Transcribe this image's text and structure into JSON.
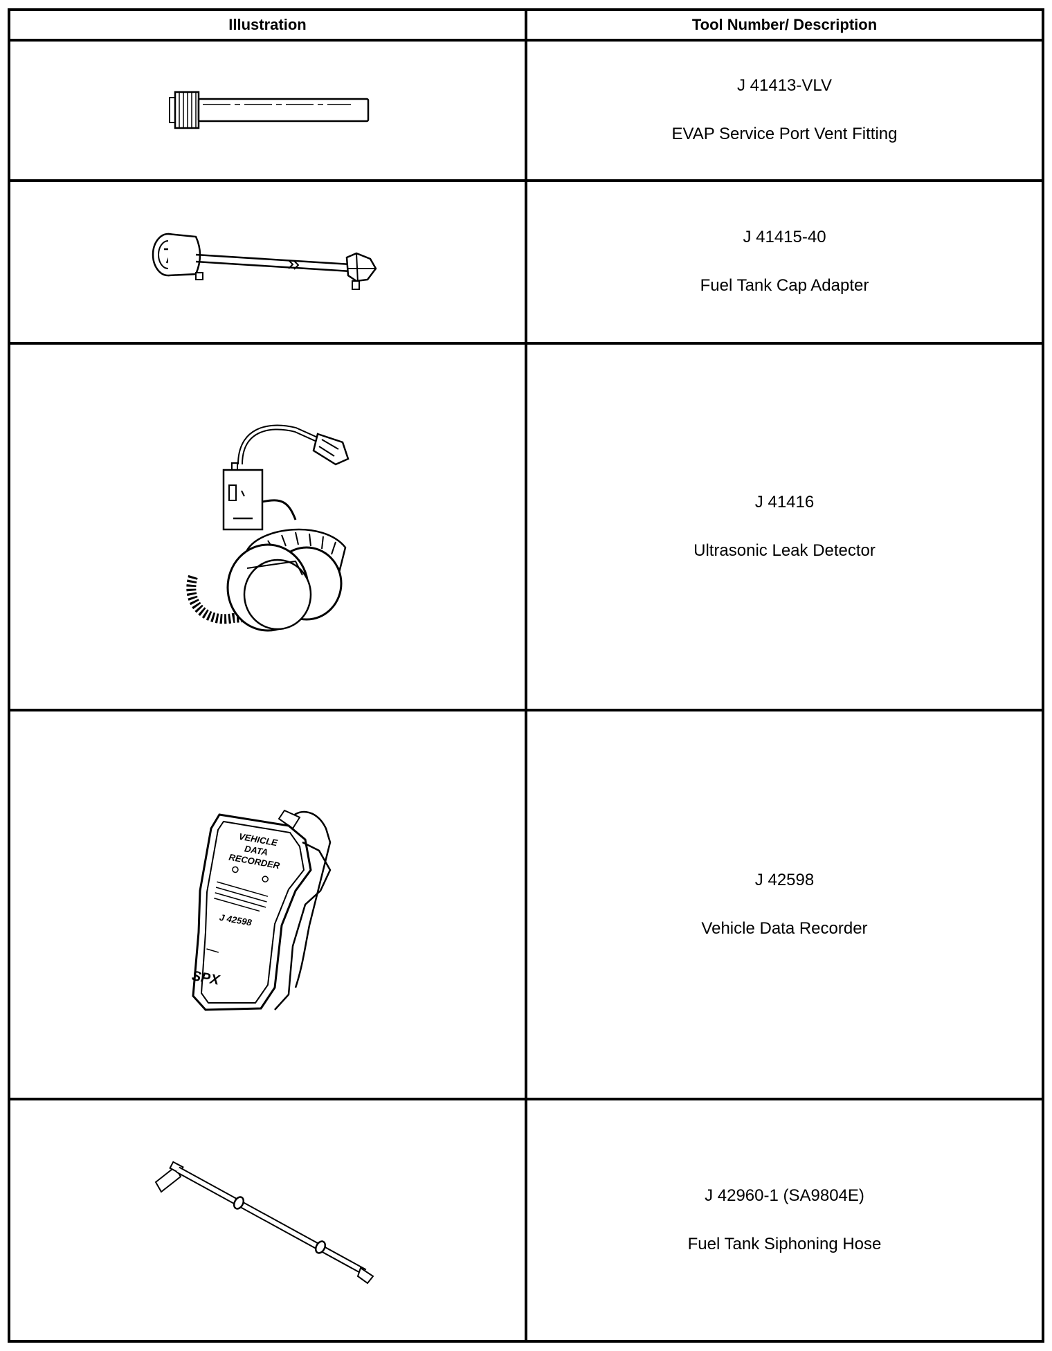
{
  "headers": {
    "illustration": "Illustration",
    "description": "Tool Number/ Description"
  },
  "rows": [
    {
      "number": "J 41413-VLV",
      "name": "EVAP Service Port Vent Fitting",
      "icon": "vent-fitting-icon"
    },
    {
      "number": "J 41415-40",
      "name": "Fuel Tank Cap Adapter",
      "icon": "cap-adapter-icon"
    },
    {
      "number": "J 41416",
      "name": "Ultrasonic Leak Detector",
      "icon": "leak-detector-icon"
    },
    {
      "number": "J 42598",
      "name": "Vehicle Data Recorder",
      "icon": "data-recorder-icon",
      "device_text": {
        "l1": "VEHICLE",
        "l2": "DATA",
        "l3": "RECORDER",
        "model": "J 42598",
        "brand": "SPX"
      }
    },
    {
      "number": "J 42960-1 (SA9804E)",
      "name": "Fuel Tank Siphoning Hose",
      "icon": "siphoning-hose-icon"
    }
  ]
}
